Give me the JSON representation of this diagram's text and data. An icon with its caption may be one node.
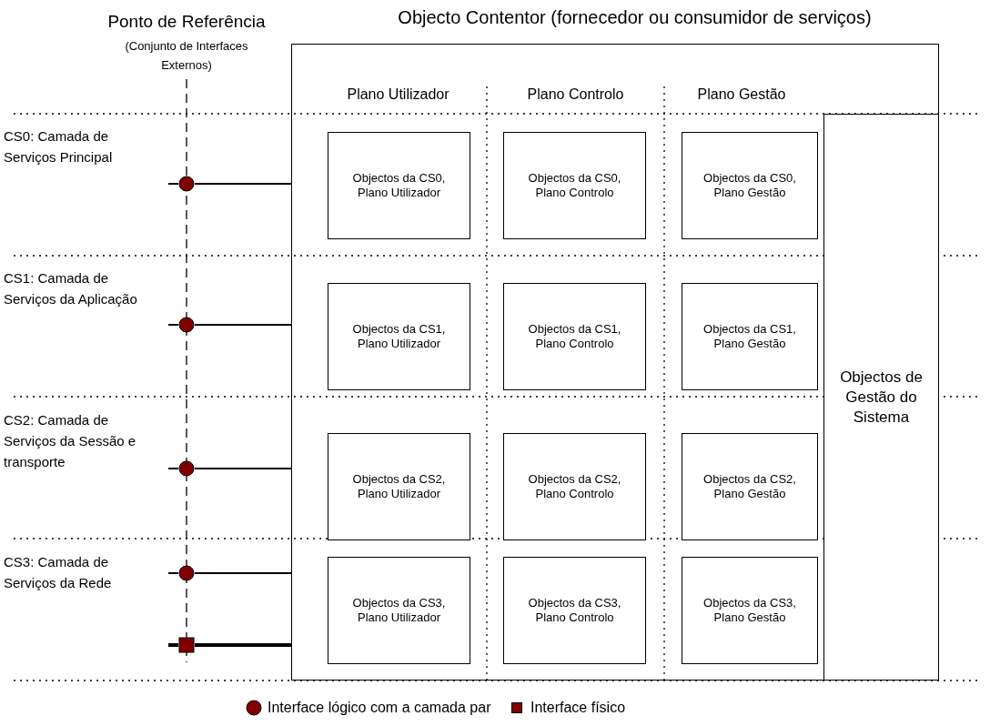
{
  "diagram": {
    "nodes": [
      {
        "text": [
          "Objecto Contentor (fornecedor ou consumidor de serviços)"
        ]
      },
      {
        "text": [
          "Objectos da CS0, Plano Utilizador"
        ],
        "in": 0
      },
      {
        "text": [
          "Objectos da CS0, Plano Controlo"
        ],
        "in": 0
      },
      {
        "text": [
          "Objectos da CS0, Plano Gestão"
        ],
        "in": 0
      },
      {
        "text": [
          "Objectos da CS1, Plano Utilizador"
        ],
        "in": 0
      },
      {
        "text": [
          "Objectos da CS1, Plano Controlo"
        ],
        "in": 0
      },
      {
        "text": [
          "Objectos da CS1, Plano Gestão"
        ],
        "in": 0
      },
      {
        "text": [
          "Objectos de Gestão do Sistema"
        ],
        "in": 0
      },
      {
        "text": [
          "Objectos da CS2, Plano Utilizador"
        ],
        "in": 0
      },
      {
        "text": [
          "Objectos da CS2, Plano Controlo"
        ],
        "in": 0
      },
      {
        "text": [
          "Objectos da CS2, Plano Gestão"
        ],
        "in": 0
      },
      {
        "text": [
          "Objectos da CS3, Plano Utilizador"
        ],
        "in": 0
      },
      {
        "text": [
          "Objectos da CS3, Plano Controlo"
        ],
        "in": 0
      },
      {
        "text": [
          "Objectos da CS3, Plano Gestão"
        ],
        "in": 0
      },
      {
        "text": [],
        "shape": "circle"
      },
      {
        "text": [],
        "shape": "circle"
      },
      {
        "text": [],
        "shape": "circle"
      },
      {
        "text": [],
        "shape": "circle"
      },
      {
        "text": [],
        "shape": "square"
      }
    ],
    "edges": [
      {
        "from": 14,
        "to": 0,
        "arrow": "none"
      },
      {
        "from": 15,
        "to": 0,
        "arrow": "none"
      },
      {
        "from": 16,
        "to": 0,
        "arrow": "none"
      },
      {
        "from": 17,
        "to": 0,
        "arrow": "none"
      },
      {
        "from": 18,
        "to": 0,
        "arrow": "none",
        "style": "thick"
      }
    ],
    "labels": [
      "Ponto de Referência",
      "(Conjunto de Interfaces Externos)",
      "Plano Utilizador",
      "Plano Controlo",
      "Plano Gestão",
      "CS0: Camada de Serviços Principal",
      "CS1: Camada de Serviços da Aplicação",
      "CS2: Camada de Serviços da Sessão e transporte",
      "CS3: Camada de Serviços da Rede"
    ],
    "legend": [
      {
        "text": "Interface lógico com a camada par"
      },
      {
        "text": "Interface físico"
      }
    ]
  }
}
